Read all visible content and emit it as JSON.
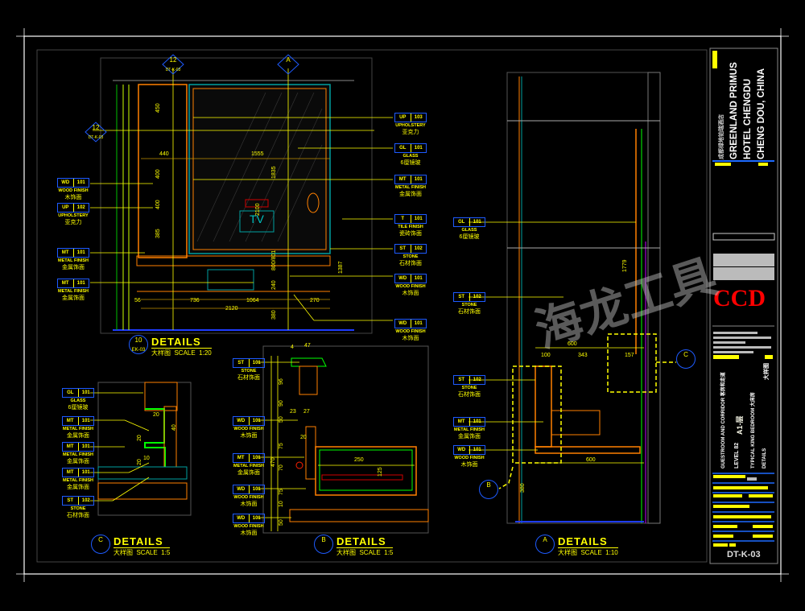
{
  "colors": {
    "background": "#000000",
    "annotation": "#ffff00",
    "tag_border": "#1e5bff",
    "frame": "#ffffff"
  },
  "tags": [
    {
      "code": "WD",
      "num": "101",
      "en": "WOOD FINISH",
      "cn": "木饰面"
    },
    {
      "code": "UP",
      "num": "102",
      "en": "UPHOLSTERY",
      "cn": "亚克力"
    },
    {
      "code": "MT",
      "num": "101",
      "en": "METAL FINISH",
      "cn": "金属饰面"
    },
    {
      "code": "MT",
      "num": "101",
      "en": "METAL FINISH",
      "cn": "金属饰面"
    },
    {
      "code": "UP",
      "num": "103",
      "en": "UPHOLSTERY",
      "cn": "亚克力"
    },
    {
      "code": "GL",
      "num": "101",
      "en": "GLASS",
      "cn": "6厘镜玻"
    },
    {
      "code": "MT",
      "num": "101",
      "en": "METAL FINISH",
      "cn": "金属饰面"
    },
    {
      "code": "T",
      "num": "101",
      "en": "TILE FINISH",
      "cn": "瓷砖饰面"
    },
    {
      "code": "ST",
      "num": "102",
      "en": "STONE",
      "cn": "石材饰面"
    },
    {
      "code": "WD",
      "num": "101",
      "en": "WOOD FINISH",
      "cn": "木饰面"
    },
    {
      "code": "WD",
      "num": "101",
      "en": "WOOD FINISH",
      "cn": "木饰面"
    },
    {
      "code": "GL",
      "num": "101",
      "en": "GLASS",
      "cn": "6厘镜玻"
    },
    {
      "code": "MT",
      "num": "101",
      "en": "METAL FINISH",
      "cn": "金属饰面"
    },
    {
      "code": "MT",
      "num": "101",
      "en": "METAL FINISH",
      "cn": "金属饰面"
    },
    {
      "code": "MT",
      "num": "101",
      "en": "METAL FINISH",
      "cn": "金属饰面"
    },
    {
      "code": "ST",
      "num": "102",
      "en": "STONE",
      "cn": "石材饰面"
    },
    {
      "code": "ST",
      "num": "101",
      "en": "STONE",
      "cn": "石材饰面"
    },
    {
      "code": "WD",
      "num": "101",
      "en": "WOOD FINISH",
      "cn": "木饰面"
    },
    {
      "code": "MT",
      "num": "101",
      "en": "METAL FINISH",
      "cn": "金属饰面"
    },
    {
      "code": "WD",
      "num": "101",
      "en": "WOOD FINISH",
      "cn": "木饰面"
    },
    {
      "code": "WD",
      "num": "101",
      "en": "WOOD FINISH",
      "cn": "木饰面"
    },
    {
      "code": "GL",
      "num": "101",
      "en": "GLASS",
      "cn": "6厘镜玻"
    },
    {
      "code": "ST",
      "num": "102",
      "en": "STONE",
      "cn": "石材饰面"
    },
    {
      "code": "ST",
      "num": "102",
      "en": "STONE",
      "cn": "石材饰面"
    },
    {
      "code": "MT",
      "num": "101",
      "en": "METAL FINISH",
      "cn": "金属饰面"
    },
    {
      "code": "WD",
      "num": "101",
      "en": "WOOD FINISH",
      "cn": "木饰面"
    }
  ],
  "dimensions": [
    "450",
    "440",
    "400",
    "400",
    "385",
    "1555",
    "1835",
    "2100",
    "800/801",
    "240",
    "1387",
    "56",
    "736",
    "1064",
    "270",
    "2120",
    "380",
    "20",
    "40",
    "20",
    "20",
    "10",
    "47",
    "4",
    "96",
    "90",
    "50",
    "23",
    "27",
    "20",
    "470",
    "75",
    "70",
    "75",
    "10",
    "50",
    "250",
    "125",
    "600",
    "100",
    "343",
    "157",
    "1779",
    "600",
    "380"
  ],
  "elevation": {
    "tv_label": "TV",
    "ref_top_left": "12",
    "ref_top_left_sheet": "DT-K-03",
    "ref_top_right": "A",
    "ref_left": "12",
    "ref_left_sheet": "DT-K-03"
  },
  "captions": [
    {
      "id": "10",
      "sheet": "EK-03",
      "title": "DETAILS",
      "cn": "大样图",
      "scale_label": "SCALE",
      "scale": "1:20"
    },
    {
      "id": "C",
      "title": "DETAILS",
      "cn": "大样图",
      "scale_label": "SCALE",
      "scale": "1:5"
    },
    {
      "id": "B",
      "title": "DETAILS",
      "cn": "大样图",
      "scale_label": "SCALE",
      "scale": "1:5"
    },
    {
      "id": "A",
      "title": "DETAILS",
      "cn": "大样图",
      "scale_label": "SCALE",
      "scale": "1:10"
    }
  ],
  "callouts": {
    "b": "B",
    "c": "C"
  },
  "title_block": {
    "project_cn": "成都绿地铂瑞酒店",
    "project_lines": [
      "GREENLAND PRIMUS",
      "HOTEL CHENGDU",
      "CHENG DOU, CHINA"
    ],
    "logo": "CCD",
    "area": "GUESTROOM AND CORRIDOR 客房和走道",
    "level": "LEVEL 82",
    "level_cn": "A1-层",
    "room": "TYPICAL KING BEDROOM 大床房",
    "drawing": "DETAILS",
    "drawing_cn": "大样图",
    "sheet_no": "DT-K-03"
  },
  "watermark": "海龙工具"
}
